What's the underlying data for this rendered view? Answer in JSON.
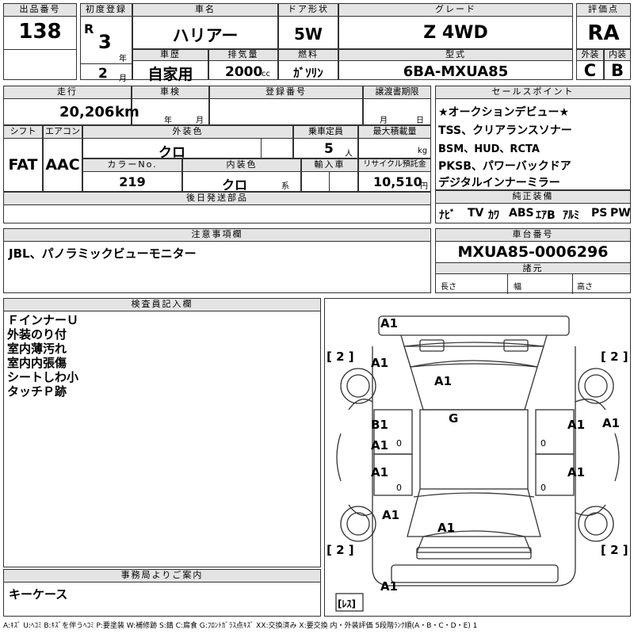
{
  "labels": {
    "lot_no": "出品番号",
    "first_reg": "初度登録",
    "car_name": "車名",
    "door": "ドア形状",
    "grade": "グレード",
    "score": "評価点",
    "history": "車歴",
    "displacement": "排気量",
    "fuel": "燃料",
    "model_type": "型式",
    "exterior": "外装",
    "interior": "内装",
    "mileage": "走行",
    "inspection": "車検",
    "reg_no": "登録番号",
    "transfer": "譲渡書期限",
    "sales_points": "セールスポイント",
    "shift": "シフト",
    "aircon": "エアコン",
    "ext_color": "外装色",
    "capacity": "乗車定員",
    "max_load": "最大積載量",
    "color_no": "カラーNo.",
    "int_color": "内装色",
    "import": "輸入車",
    "recycle": "リサイクル預託金",
    "later_parts": "後日発送部品",
    "genuine_equipment": "純正装備",
    "cautions": "注意事項欄",
    "chassis_no": "車台番号",
    "specs": "諸元",
    "inspector": "検査員記入欄",
    "office": "事務局よりご案内"
  },
  "values": {
    "lot_no": "138",
    "era": "R",
    "year": "3",
    "year_unit": "年",
    "month": "2",
    "month_unit": "月",
    "car_name": "ハリアー",
    "door": "5W",
    "grade": "Z 4WD",
    "score": "RA",
    "history": "自家用",
    "displacement": "2000",
    "displacement_unit": "cc",
    "fuel": "ｶﾞｿﾘﾝ",
    "model_type": "6BA-MXUA85",
    "exterior_score": "C",
    "interior_score": "B",
    "mileage": "20,206",
    "mileage_unit": "km",
    "insp_year_unit": "年",
    "insp_month_unit": "月",
    "transfer_month_unit": "月",
    "transfer_day_unit": "日",
    "shift": "FAT",
    "aircon": "AAC",
    "ext_color": "クロ",
    "capacity": "5",
    "capacity_unit": "人",
    "load_unit": "kg",
    "color_no": "219",
    "int_color": "クロ",
    "int_color_unit": "系",
    "recycle": "10,510",
    "recycle_unit": "円",
    "chassis_no": "MXUA85-0006296",
    "length_label": "長さ",
    "width_label": "幅",
    "height_label": "高さ"
  },
  "sales_points": [
    "★オークションデビュー★",
    "TSS、クリアランスソナー",
    "BSM、HUD、RCTA",
    "PKSB、パワーバックドア",
    "デジタルインナーミラー"
  ],
  "equipment": [
    "ﾅﾋﾞ",
    "TV",
    "ｶﾜ",
    "ABS",
    "ｴｱB",
    "ｱﾙﾐ",
    "PS",
    "PW"
  ],
  "cautions_text": "JBL、パノラミックビューモニター",
  "inspector_notes": [
    "ＦインナーＵ",
    "外装のり付",
    "室内薄汚れ",
    "室内内張傷",
    "シートしわ小",
    "タッチＰ跡"
  ],
  "office_text": "キーケース",
  "diagram_marks": {
    "roof_front": "A1",
    "hood": "A1",
    "windshield": "G",
    "left_front_door": "B1",
    "left_front_door_2": "A1",
    "left_rear_door": "A1",
    "left_rear_fender": "A1",
    "right_front_door": "A1",
    "right_rear_door": "A1",
    "right_side": "A1",
    "left_front_fender": "A1",
    "rear_hatch": "A1",
    "rear_bumper": "A1",
    "zero_marks": [
      "0",
      "0",
      "0",
      "0"
    ],
    "tire_fl": "[ 2 ]",
    "tire_fr": "[ 2 ]",
    "tire_rl": "[ 2 ]",
    "tire_rr": "[ 2 ]",
    "spare": "[ﾚｽ]"
  },
  "legend": "A:ｷｽﾞ U:ﾍｺﾐ B:ｷｽﾞを伴うﾍｺﾐ P:要塗装 W:補修跡 S:錆 C:腐食 G:ﾌﾛﾝﾄｶﾞﾗｽ点ｷｽﾞ XX:交換済み X:要交換 内・外装評価 5段階ﾗﾝｸ順(A・B・C・D・E) 1"
}
